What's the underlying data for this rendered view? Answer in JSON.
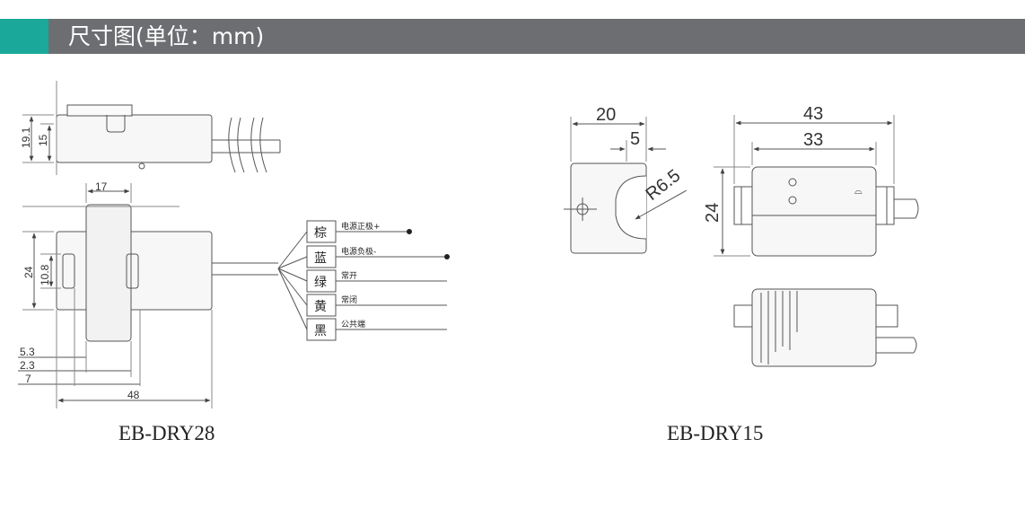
{
  "header": {
    "title": "尺寸图(单位：mm)",
    "accent_color": "#1aa89a",
    "bar_color": "#6d6e71"
  },
  "left_drawing": {
    "model": "EB-DRY28",
    "dims": {
      "d19_1": "19.1",
      "d15": "15",
      "d17": "17",
      "d24": "24",
      "d10_8": "10.8",
      "d5_3": "5.3",
      "d2_3": "2.3",
      "d7": "7",
      "d48": "48"
    },
    "wires": [
      {
        "color": "棕",
        "label": "电源正极+"
      },
      {
        "color": "蓝",
        "label": "电源负极-"
      },
      {
        "color": "绿",
        "label": "常开"
      },
      {
        "color": "黄",
        "label": "常闭"
      },
      {
        "color": "黑",
        "label": "公共端"
      }
    ]
  },
  "right_drawing": {
    "model": "EB-DRY15",
    "dims": {
      "d20": "20",
      "d5": "5",
      "r6_5": "R6.5",
      "d43": "43",
      "d33": "33",
      "d24": "24"
    }
  }
}
